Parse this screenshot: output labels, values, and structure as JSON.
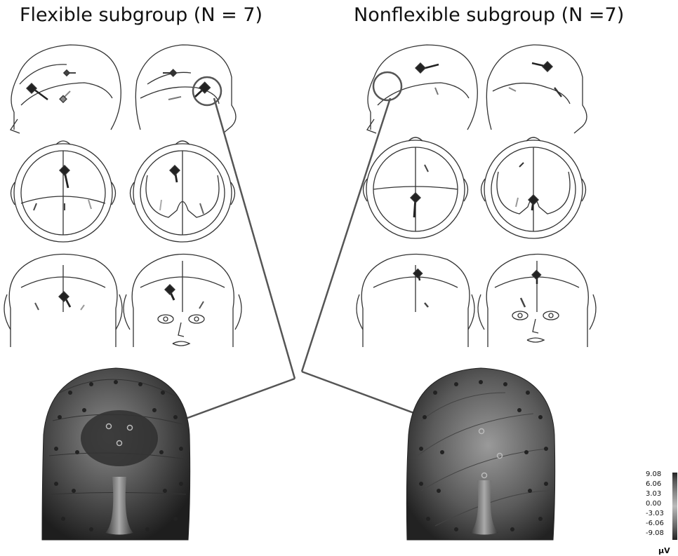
{
  "panels": {
    "left_title": "Flexible subgroup (N = 7)",
    "right_title": "Nonflexible subgroup (N =7)"
  },
  "colorbar": {
    "ticks": [
      "9.08",
      "6.06",
      "3.03",
      "0.00",
      "-3.03",
      "-6.06",
      "-9.08"
    ],
    "unit": "µV"
  }
}
